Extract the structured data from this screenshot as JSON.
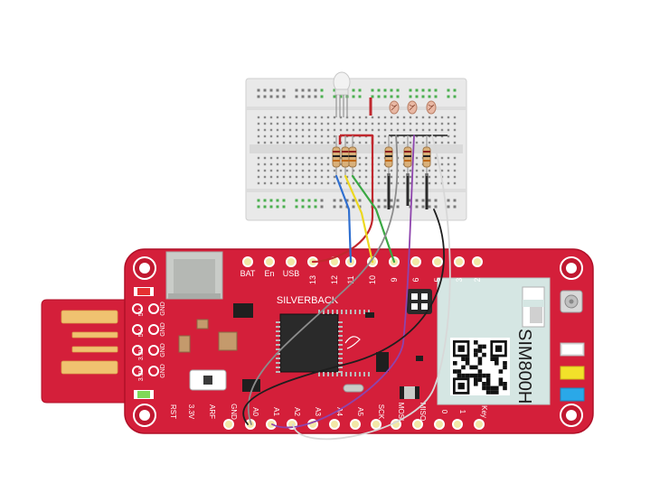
{
  "board": {
    "name": "SILVERBACK",
    "module": "SIM800H",
    "top_pins": [
      "BAT",
      "En",
      "USB",
      "13",
      "12",
      "11",
      "10",
      "9",
      "6",
      "5",
      "3",
      "2"
    ],
    "bottom_pins": [
      "RST",
      "3.3V",
      "ARF",
      "GND",
      "A0",
      "A1",
      "A2",
      "A3",
      "A4",
      "A5",
      "SCK",
      "MOSI",
      "MISO",
      "0",
      "1",
      "Key"
    ],
    "usb_power_labels": [
      {
        "voltage": "5V",
        "ground": "GND"
      },
      {
        "voltage": "5V",
        "ground": "GND"
      },
      {
        "voltage": "3.3V",
        "ground": "GND"
      },
      {
        "voltage": "3.3V",
        "ground": "GND"
      }
    ]
  },
  "colors": {
    "board": "#d41f3a",
    "board_edge": "#b01028",
    "module": "#d5e6e3",
    "wire_red": "#c0272d",
    "wire_blue": "#2f6fd0",
    "wire_yellow": "#ecd821",
    "wire_green": "#3aa843",
    "wire_gray": "#8c8c8c",
    "wire_purple": "#8e44ad",
    "wire_black": "#1e1e1e",
    "wire_white": "#d8d8d8"
  }
}
